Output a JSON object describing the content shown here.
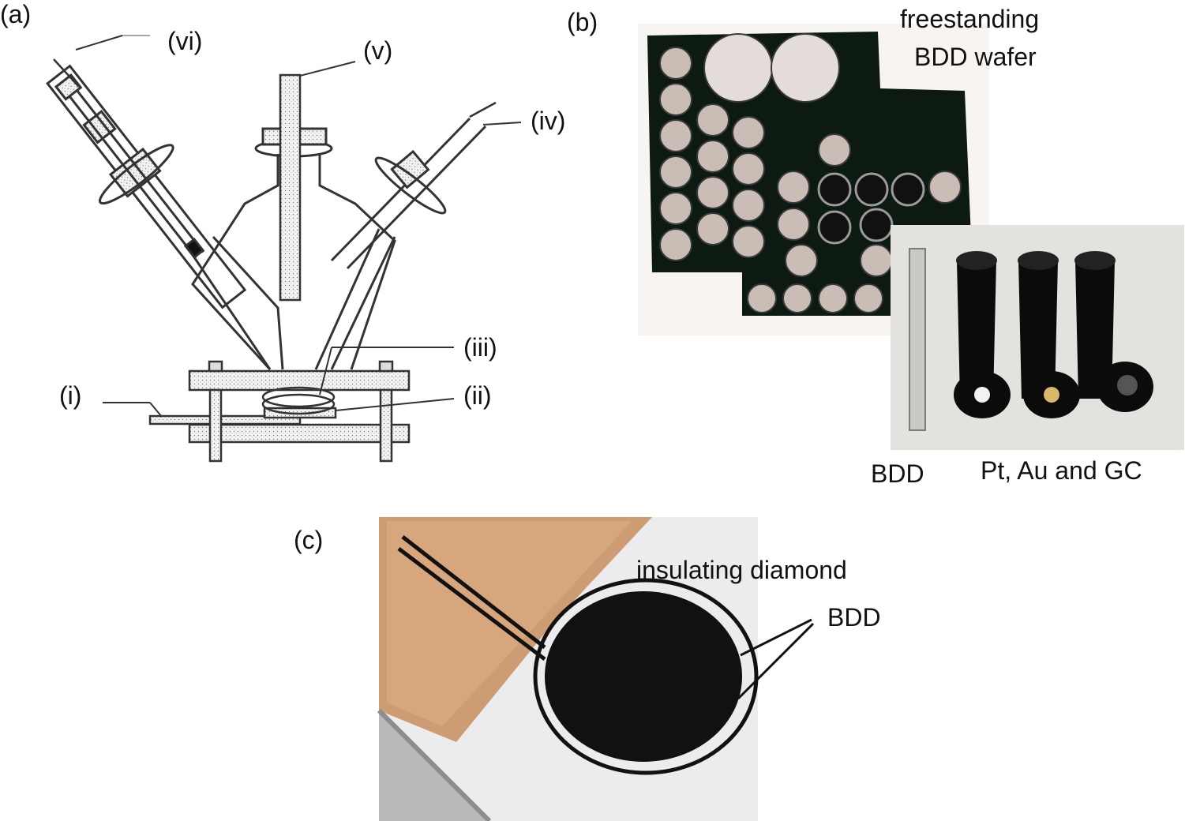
{
  "panel_a": {
    "tag": "(a)",
    "callouts": {
      "vi": "(vi)",
      "v": "(v)",
      "iv": "(iv)",
      "iii": "(iii)",
      "ii": "(ii)",
      "i": "(i)"
    }
  },
  "panel_b": {
    "tag": "(b)",
    "wafer_caption_line1": "freestanding",
    "wafer_caption_line2": "BDD wafer",
    "bdd_label": "BDD",
    "rods_label": "Pt, Au and GC"
  },
  "panel_c": {
    "tag": "(c)",
    "insulating_label": "insulating diamond",
    "bdd_label": "BDD"
  },
  "colors": {
    "wafer": "#0d1a12",
    "hole": "#c9bdb6",
    "rod_body": "#0b0b0b",
    "copper": "#c98e5c",
    "gold_disc": "#d8b86a",
    "glass_line": "#444444"
  }
}
